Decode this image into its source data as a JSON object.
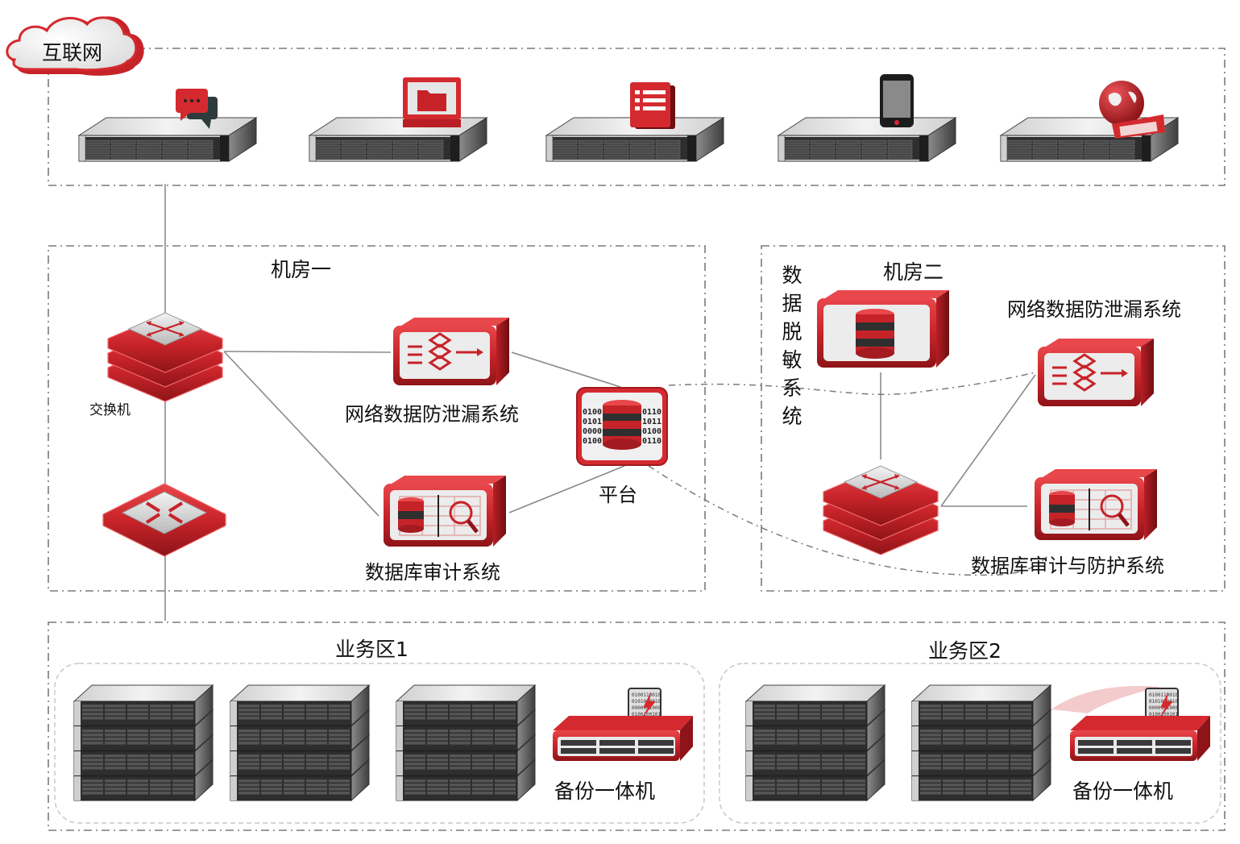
{
  "diagram": {
    "internet": {
      "label": "互联网",
      "servers": [
        {
          "name": "message-server",
          "icon": "chat-bubble-icon"
        },
        {
          "name": "file-server",
          "icon": "folder-monitor-icon"
        },
        {
          "name": "document-server",
          "icon": "list-document-icon"
        },
        {
          "name": "mobile-server",
          "icon": "smartphone-icon"
        },
        {
          "name": "media-server",
          "icon": "globe-film-icon"
        }
      ]
    },
    "room1": {
      "title": "机房一",
      "switch_label": "交换机",
      "dlp_label": "网络数据防泄漏系统",
      "db_audit_label": "数据库审计系统",
      "platform_label": "平台",
      "platform_bits_left": [
        "0100",
        "0101",
        "0000",
        "0100"
      ],
      "platform_bits_right": [
        "0110",
        "1011",
        "0100",
        "0110"
      ]
    },
    "room2": {
      "title": "机房二",
      "masking_label": "数据脱敏系统",
      "dlp_label": "网络数据防泄漏系统",
      "db_audit_protect_label": "数据库审计与防护系统"
    },
    "business": {
      "zone1": {
        "title": "业务区1",
        "server_stacks": 3,
        "backup_label": "备份一体机"
      },
      "zone2": {
        "title": "业务区2",
        "server_stacks": 2,
        "backup_label": "备份一体机"
      }
    },
    "colors": {
      "accent_red": "#d42a2f",
      "dark_red": "#8e1418",
      "line_gray": "#8a8a8a",
      "dash_gray": "#7a7a7a"
    }
  }
}
